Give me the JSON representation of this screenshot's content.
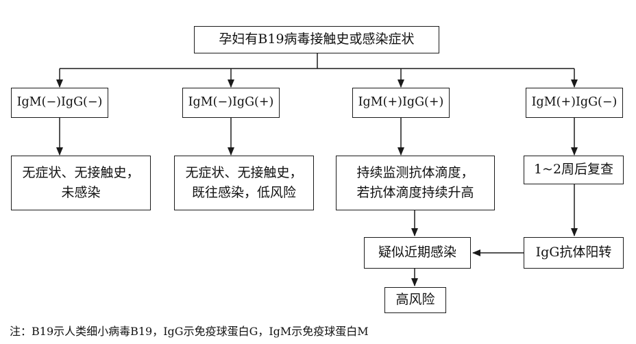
{
  "diagram": {
    "root": "孕妇有B19病毒接触史或感染症状",
    "branches": [
      {
        "test": "IgM(−)IgG(−)",
        "result_lines": [
          "无症状、无接触史，",
          "未感染"
        ]
      },
      {
        "test": "IgM(−)IgG(+)",
        "result_lines": [
          "无症状、无接触史，",
          "既往感染，低风险"
        ]
      },
      {
        "test": "IgM(+)IgG(+)",
        "result_lines": [
          "持续监测抗体滴度，",
          "若抗体滴度持续升高"
        ]
      },
      {
        "test": "IgM(+)IgG(−)",
        "result_lines": [
          "1~2周后复查"
        ]
      }
    ],
    "igg_positive": "IgG抗体阳转",
    "suspected": "疑似近期感染",
    "high_risk": "高风险"
  },
  "note": "注：B19示人类细小病毒B19，IgG示免疫球蛋白G，IgM示免疫球蛋白M"
}
